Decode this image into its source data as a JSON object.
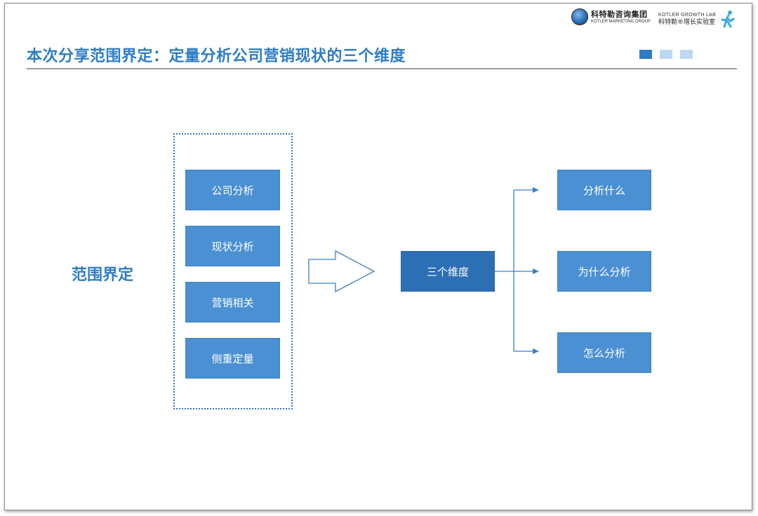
{
  "header": {
    "logo_cn": "科特勒咨询集团",
    "logo_en": "KOTLER MARKETING GROUP",
    "lab_en": "KOTLER GROWTH LAB",
    "lab_cn": "科特勒®增长实验室",
    "title": "本次分享范围界定：定量分析公司营销现状的三个维度"
  },
  "pager": {
    "active_color": "#2e7dc3",
    "inactive_color": "#bcd9f1"
  },
  "diagram": {
    "scope_label": "范围界定",
    "scope_items": [
      "公司分析",
      "现状分析",
      "营销相关",
      "侧重定量"
    ],
    "center_label": "三个维度",
    "dimensions": [
      "分析什么",
      "为什么分析",
      "怎么分析"
    ],
    "colors": {
      "box": "#4a90d2",
      "center_box": "#2d6fb4",
      "accent": "#2e7dc3"
    }
  }
}
